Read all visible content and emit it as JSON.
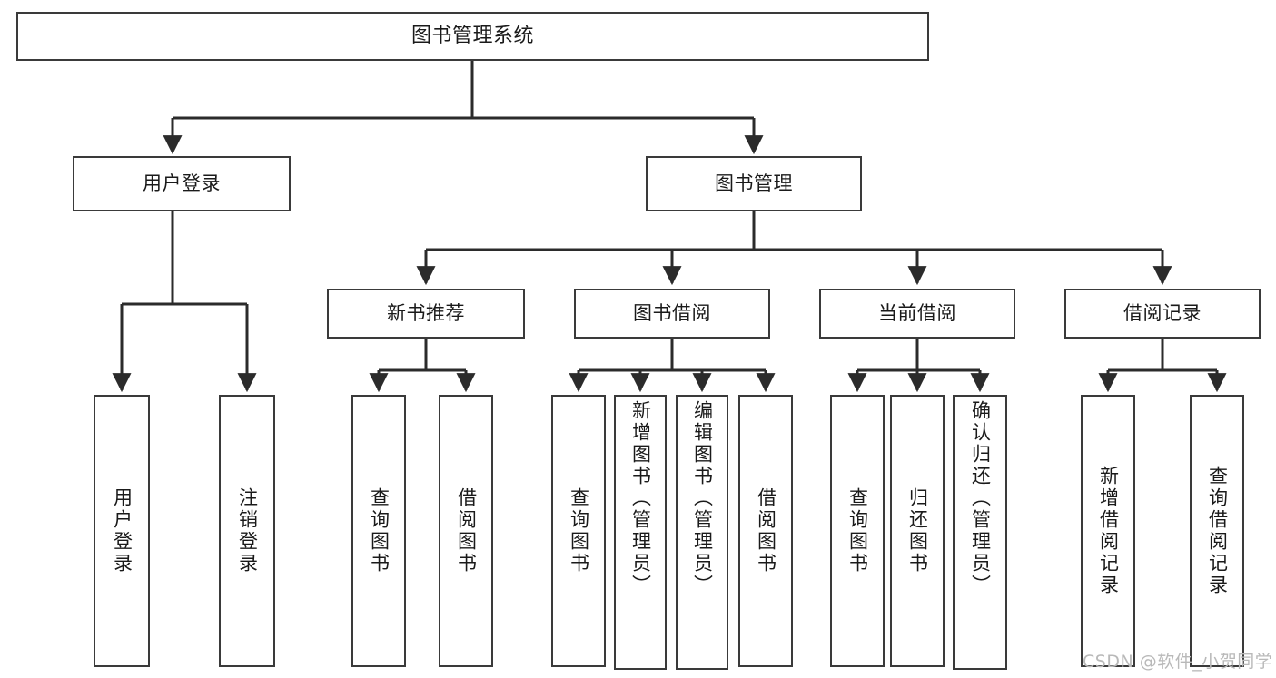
{
  "diagram": {
    "type": "hierarchy-tree",
    "title": "图书管理系统",
    "watermark": "CSDN @软件_小贺同学",
    "colors": {
      "box_border": "#3a3a3a",
      "box_fill": "#ffffff",
      "edge": "#2b2b2b",
      "text": "#1a1a1a",
      "watermark": "#b9b9b9",
      "background": "#ffffff"
    },
    "levels": 4,
    "nodes": {
      "root": {
        "label": "图书管理系统"
      },
      "level2": [
        {
          "id": "user-login",
          "label": "用户登录"
        },
        {
          "id": "book-manage",
          "label": "图书管理"
        }
      ],
      "level3": [
        {
          "id": "new-book-recommend",
          "label": "新书推荐"
        },
        {
          "id": "book-borrow",
          "label": "图书借阅"
        },
        {
          "id": "current-borrow",
          "label": "当前借阅"
        },
        {
          "id": "borrow-record",
          "label": "借阅记录"
        }
      ],
      "leaves": {
        "user_login": [
          {
            "id": "leaf-user-login",
            "label": "用户登录"
          },
          {
            "id": "leaf-logout-login",
            "label": "注销登录"
          }
        ],
        "new_book_recommend": [
          {
            "id": "leaf-query-book-1",
            "label": "查询图书"
          },
          {
            "id": "leaf-borrow-book-1",
            "label": "借阅图书"
          }
        ],
        "book_borrow": [
          {
            "id": "leaf-query-book-2",
            "label": "查询图书"
          },
          {
            "id": "leaf-add-book",
            "label": "新增图书（管理员）"
          },
          {
            "id": "leaf-edit-book",
            "label": "编辑图书（管理员）"
          },
          {
            "id": "leaf-borrow-book-2",
            "label": "借阅图书"
          }
        ],
        "current_borrow": [
          {
            "id": "leaf-query-book-3",
            "label": "查询图书"
          },
          {
            "id": "leaf-return-book",
            "label": "归还图书"
          },
          {
            "id": "leaf-confirm-return",
            "label": "确认归还（管理员）"
          }
        ],
        "borrow_record": [
          {
            "id": "leaf-add-record",
            "label": "新增借阅记录"
          },
          {
            "id": "leaf-query-record",
            "label": "查询借阅记录"
          }
        ]
      }
    }
  }
}
